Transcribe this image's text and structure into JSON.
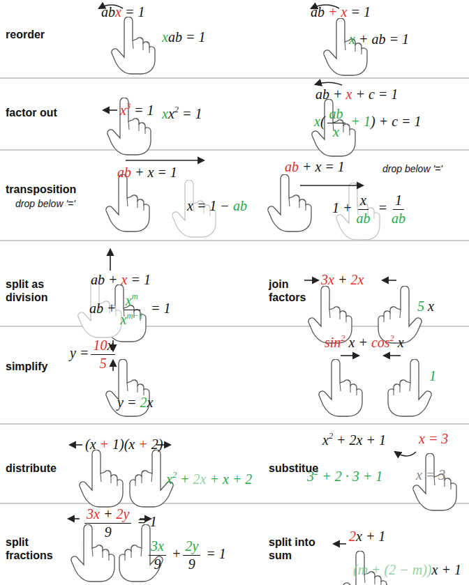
{
  "diagram": {
    "labels": [
      "reorder",
      "factor out",
      "transposition",
      "drop below '='",
      "split as division",
      "join factors",
      "simplify",
      "distribute",
      "substitue",
      "split fractions",
      "split into sum",
      "drop below '='",
      "ab",
      "x",
      "= 1",
      "x",
      "ab = 1",
      "ab",
      "+",
      "x",
      "= 1",
      "x",
      "+ ab = 1",
      "x",
      "3",
      "= 1",
      "x",
      "x",
      "2",
      "= 1",
      "ab +",
      "x",
      "+ c = 1",
      "x",
      "(",
      "ab",
      "x",
      "+ 1",
      ")",
      "+ c = 1",
      "ab",
      "+ x = 1",
      "x = 1 −",
      "ab",
      "ab",
      "+ x = 1",
      "1 +",
      "x",
      "ab",
      "=",
      "1",
      "ab",
      "ab +",
      "x",
      "= 1",
      "ab +",
      "x",
      "m",
      "x",
      "m−1",
      "= 1",
      "3x",
      "+",
      "2x",
      "5",
      "x",
      "y =",
      "10",
      "x",
      "5",
      "y =",
      "2",
      "x",
      "sin",
      "2",
      "x +",
      "cos",
      "2",
      "x",
      "1",
      "(x",
      "+",
      "1)(x",
      "+",
      "2)",
      "x",
      "2",
      "+",
      "2x",
      "+",
      "x",
      "+ 2",
      "x",
      "2",
      "+ 2x + 1",
      "x = 3",
      "3",
      "2",
      "+ 2 · 3 + 1",
      "x = 3",
      "3x",
      "+",
      "2y",
      "9",
      "= 1",
      "3x",
      "9",
      "+",
      "2y",
      "9",
      "= 1",
      "2",
      "x + 1",
      "(m + (2 − m))",
      "x + 1"
    ]
  }
}
